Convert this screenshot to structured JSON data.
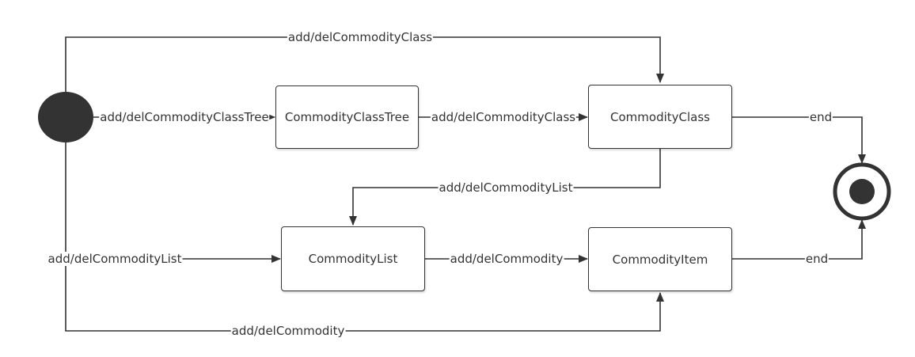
{
  "colors": {
    "stroke": "#333333",
    "fill": "#333333",
    "background": "#ffffff"
  },
  "nodes": {
    "tree": "CommodityClassTree",
    "class": "CommodityClass",
    "list": "CommodityList",
    "item": "CommodityItem"
  },
  "edges": {
    "start_to_class": "add/delCommodityClass",
    "start_to_tree": "add/delCommodityClassTree",
    "tree_to_class": "add/delCommodityClass",
    "class_to_list": "add/delCommodityList",
    "start_to_list": "add/delCommodityList",
    "list_to_item": "add/delCommodity",
    "start_to_item": "add/delCommodity",
    "class_to_end": "end",
    "item_to_end": "end"
  }
}
